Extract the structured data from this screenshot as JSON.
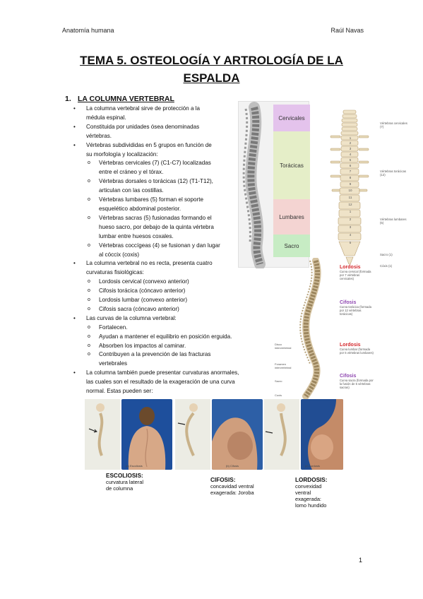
{
  "header": {
    "left": "Anatomía humana",
    "right": "Raúl Navas"
  },
  "title": {
    "line1": "TEMA 5. OSTEOLOGÍA Y ARTROLOGÍA DE LA",
    "line2": "ESPALDA"
  },
  "section": {
    "number": "1.",
    "heading": "LA COLUMNA VERTEBRAL"
  },
  "body": {
    "b1": [
      "La columna vertebral sirve de protección a la",
      "médula espinal."
    ],
    "b2": [
      "Constituida por unidades ósea denominadas",
      "vértebras."
    ],
    "b3": [
      "Vértebras subdivididas en 5 grupos en función de",
      "su morfología y localización:"
    ],
    "b3_items": [
      [
        "Vértebras cervicales (7) (C1-C7) localizadas",
        "entre el cráneo y el tórax."
      ],
      [
        "Vértebras dorsales o torácicas (12) (T1-T12),",
        "articulan con las costillas."
      ],
      [
        "Vértebras lumbares (5) forman el soporte",
        "esquelético abdominal posterior."
      ],
      [
        "Vértebras sacras (5) fusionadas formando el",
        "hueso sacro, por debajo de la quinta vértebra",
        "lumbar entre huesos coxales."
      ],
      [
        "Vértebras coccígeas (4) se fusionan y dan lugar",
        "al cóccix (coxis)"
      ]
    ],
    "b4": [
      "La columna vertebral no es recta, presenta cuatro",
      "curvaturas fisiológicas:"
    ],
    "b4_items": [
      "Lordosis cervical (convexo anterior)",
      "Cifosis torácica (cóncavo anterior)",
      "Lordosis lumbar (convexo anterior)",
      "Cifosis sacra (cóncavo anterior)"
    ],
    "b5": "Las curvas de la columna vertebral:",
    "b5_items": [
      "Fortalecen.",
      "Ayudan a mantener el equilibrio en posición erguida.",
      "Absorben los impactos al caminar.",
      "Contribuyen a la prevención de las fracturas vertebrales"
    ],
    "b6": [
      "La columna también puede presentar curvaturas anormales,",
      "las cuales son el resultado de la exageración de una curva",
      "normal. Estas pueden ser:"
    ]
  },
  "figure1": {
    "labels": [
      "Cervicales",
      "Torácicas",
      "Lumbares",
      "Sacro"
    ]
  },
  "figure2": {
    "labels": [
      "Vértebras cervicales (7)",
      "Vértebras torácicas (12)",
      "Vértebras lumbares (5)",
      "Sacro (1)",
      "Cóxis (1)"
    ],
    "numbers": [
      "1",
      "2",
      "3",
      "4",
      "5",
      "6",
      "7",
      "8",
      "9",
      "10",
      "11",
      "12",
      "1",
      "2",
      "3",
      "4",
      "5"
    ]
  },
  "figure3": {
    "curves": [
      {
        "name": "Lordosis",
        "desc": "Curva cervical (formada por 7 vértebras cervicales)"
      },
      {
        "name": "Cifosis",
        "desc": "Curva torácica (formada por 12 vértebras torácicas)"
      },
      {
        "name": "Lordosis",
        "desc": "Curva lumbar (formada por 5 vértebras lumbares)"
      },
      {
        "name": "Cifosis",
        "desc": "Curva sacra (formada por la fusión de 5 vértebras sacras)"
      }
    ],
    "side_labels": [
      "Disco intervertebral",
      "Foramen intervertebral",
      "Sacro",
      "Coxis"
    ]
  },
  "figure4": {
    "captions": [
      "(a) Escoliosis",
      "(b) Cifosis",
      "(c) Lordosis"
    ],
    "deformities": [
      {
        "name": "ESCOLIOSIS:",
        "desc": [
          "curvatura lateral",
          "de columna"
        ]
      },
      {
        "name": "CIFOSIS:",
        "desc": [
          "concavidad ventral",
          "exagerada: Joroba"
        ]
      },
      {
        "name": "LORDOSIS:",
        "desc": [
          "convexidad",
          "ventral",
          "exagerada:",
          "lomo hundido"
        ]
      }
    ]
  },
  "page_number": "1",
  "colors": {
    "cervical": "#e4c3ec",
    "thoracic": "#e5eec8",
    "lumbar": "#f4d4d2",
    "sacral": "#c7ecc4",
    "lordosis": "#d4282c",
    "cifosis": "#8e46b0"
  }
}
